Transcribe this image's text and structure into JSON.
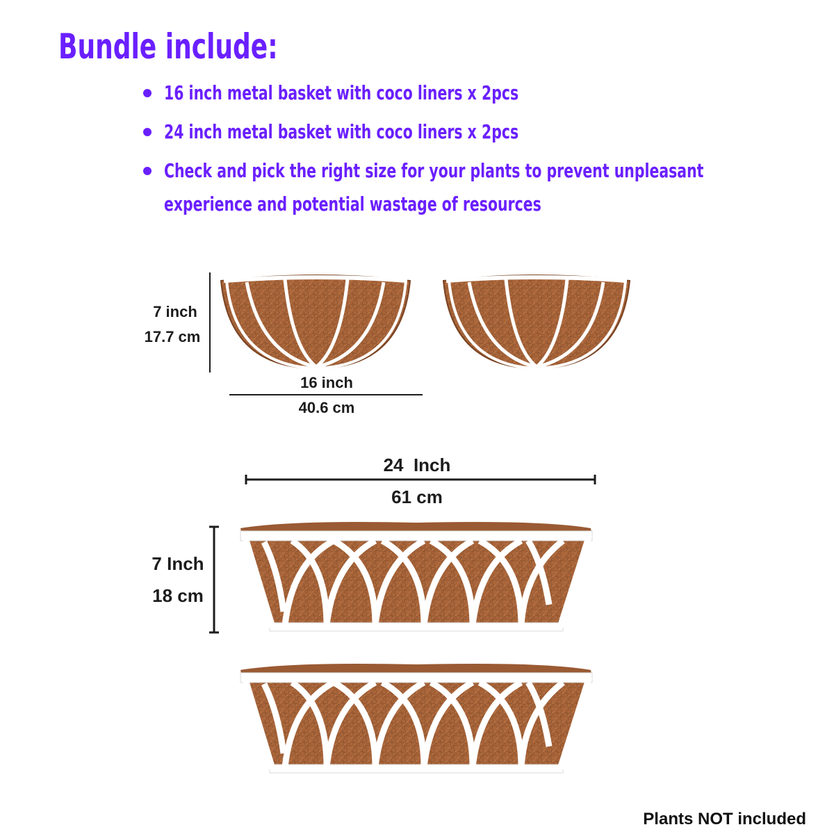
{
  "title": "Bundle include:",
  "bullets": [
    "16 inch metal basket with coco liners x 2pcs",
    "24 inch metal basket with coco liners x 2pcs",
    "Check and pick the right size for your plants to prevent unpleasant",
    "experience and potential wastage of resources"
  ],
  "small_basket": {
    "height_in": "7 inch",
    "height_cm": "17.7 cm",
    "width_in": "16 inch",
    "width_cm": "40.6 cm"
  },
  "large_basket": {
    "width_in": "24  Inch",
    "width_cm": "61 cm",
    "height_in": "7 Inch",
    "height_cm": "18 cm"
  },
  "footer": "Plants NOT included",
  "colors": {
    "accent": "#6a1fff",
    "coco": "#a9653a",
    "coco_dark": "#7a4424",
    "frame": "#ffffff"
  }
}
